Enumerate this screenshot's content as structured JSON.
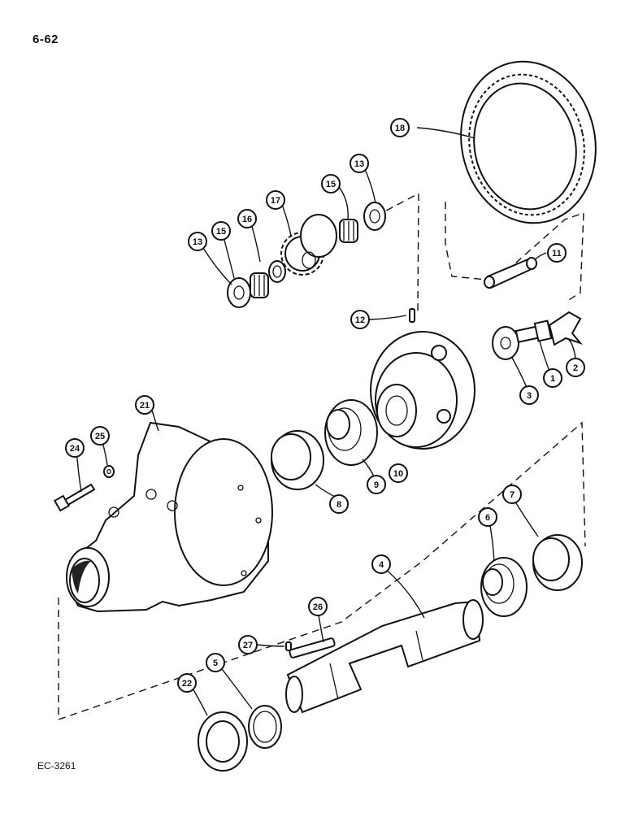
{
  "page_number": "6-62",
  "reference_code": "EC-3261",
  "callouts": [
    "18",
    "13",
    "15",
    "17",
    "16",
    "15",
    "13",
    "11",
    "12",
    "2",
    "1",
    "3",
    "21",
    "24",
    "25",
    "8",
    "9",
    "10",
    "7",
    "6",
    "4",
    "26",
    "27",
    "22",
    "5"
  ]
}
